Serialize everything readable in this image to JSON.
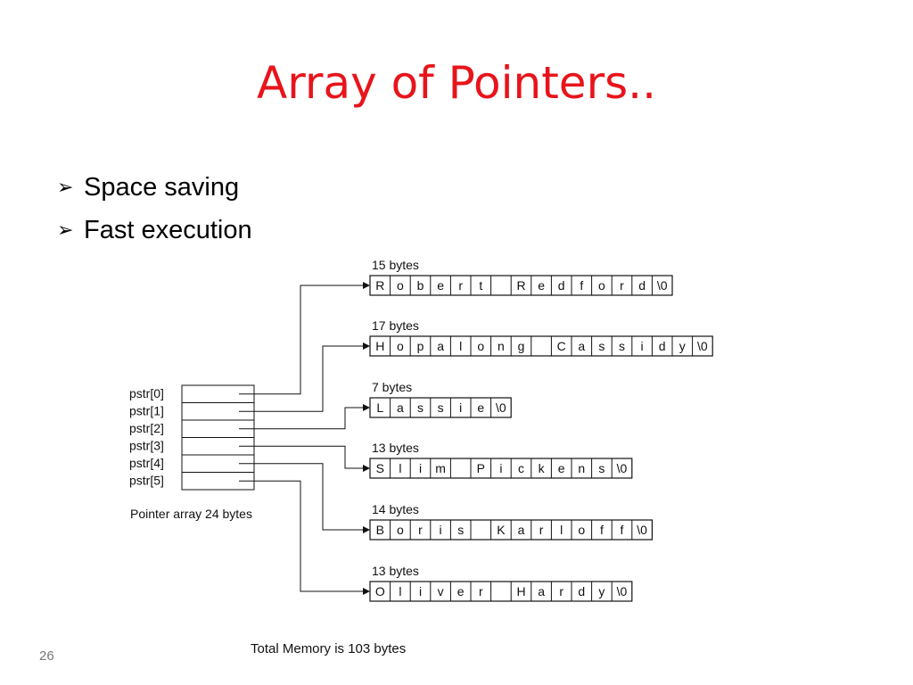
{
  "slide": {
    "title": "Array of Pointers..",
    "bullets": [
      {
        "icon": "arrowhead-bullet-icon",
        "text": "Space saving"
      },
      {
        "icon": "arrowhead-bullet-icon",
        "text": "Fast execution"
      }
    ],
    "page_number": "26"
  },
  "diagram": {
    "pointer_labels": [
      "pstr[0]",
      "pstr[1]",
      "pstr[2]",
      "pstr[3]",
      "pstr[4]",
      "pstr[5]"
    ],
    "pointer_array_caption": "Pointer array 24 bytes",
    "total_caption": "Total Memory is 103 bytes",
    "strings": [
      {
        "bytes_label": "15 bytes",
        "chars": [
          "R",
          "o",
          "b",
          "e",
          "r",
          "t",
          " ",
          "R",
          "e",
          "d",
          "f",
          "o",
          "r",
          "d",
          "\\0"
        ]
      },
      {
        "bytes_label": "17 bytes",
        "chars": [
          "H",
          "o",
          "p",
          "a",
          "l",
          "o",
          "n",
          "g",
          " ",
          "C",
          "a",
          "s",
          "s",
          "i",
          "d",
          "y",
          "\\0"
        ]
      },
      {
        "bytes_label": "7 bytes",
        "chars": [
          "L",
          "a",
          "s",
          "s",
          "i",
          "e",
          "\\0"
        ]
      },
      {
        "bytes_label": "13 bytes",
        "chars": [
          "S",
          "l",
          "i",
          "m",
          " ",
          "P",
          "i",
          "c",
          "k",
          "e",
          "n",
          "s",
          "\\0"
        ]
      },
      {
        "bytes_label": "14 bytes",
        "chars": [
          "B",
          "o",
          "r",
          "i",
          "s",
          " ",
          "K",
          "a",
          "r",
          "l",
          "o",
          "f",
          "f",
          "\\0"
        ]
      },
      {
        "bytes_label": "13 bytes",
        "chars": [
          "O",
          "l",
          "i",
          "v",
          "e",
          "r",
          " ",
          "H",
          "a",
          "r",
          "d",
          "y",
          "\\0"
        ]
      }
    ]
  }
}
